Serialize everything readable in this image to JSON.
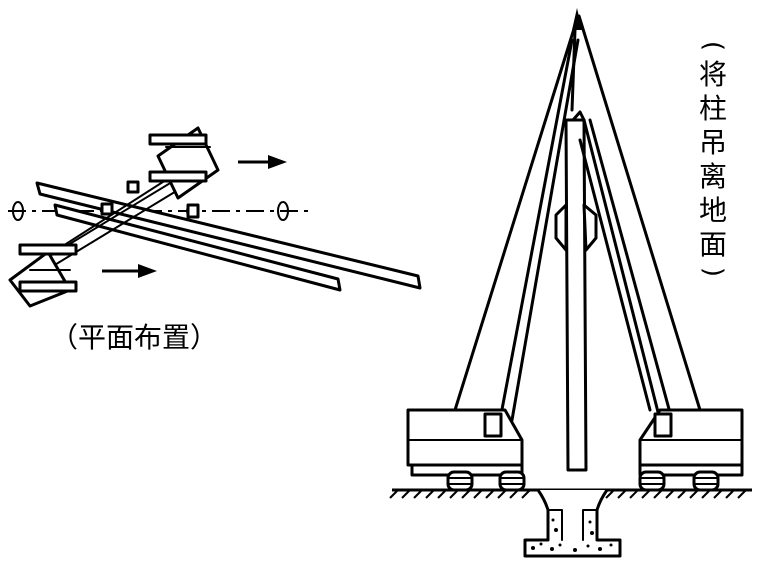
{
  "diagram": {
    "plan_label": "（平面布置）",
    "side_label_chars": [
      "将",
      "柱",
      "吊",
      "离",
      "地",
      "面"
    ],
    "side_label_open": "(",
    "side_label_close": ")",
    "ink_color": "#000000",
    "paper_color": "#ffffff"
  }
}
